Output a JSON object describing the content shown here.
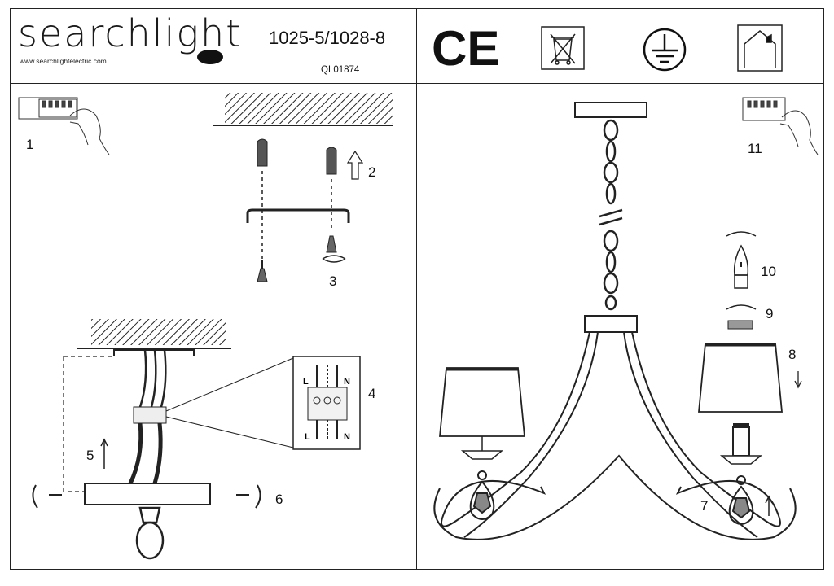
{
  "header": {
    "brand": "searchlight",
    "website": "www.searchlightelectric.com",
    "model": "1025-5/1028-8",
    "code": "QL01874",
    "certification_mark": "CE",
    "icons": [
      "ce-mark-icon",
      "weee-bin-icon",
      "earth-ground-icon",
      "indoor-use-icon"
    ]
  },
  "steps": [
    "1",
    "2",
    "3",
    "4",
    "5",
    "6",
    "7",
    "8",
    "9",
    "10",
    "11"
  ],
  "wiring": {
    "top_left": "L",
    "top_right": "N",
    "bottom_left": "L",
    "bottom_right": "N"
  }
}
